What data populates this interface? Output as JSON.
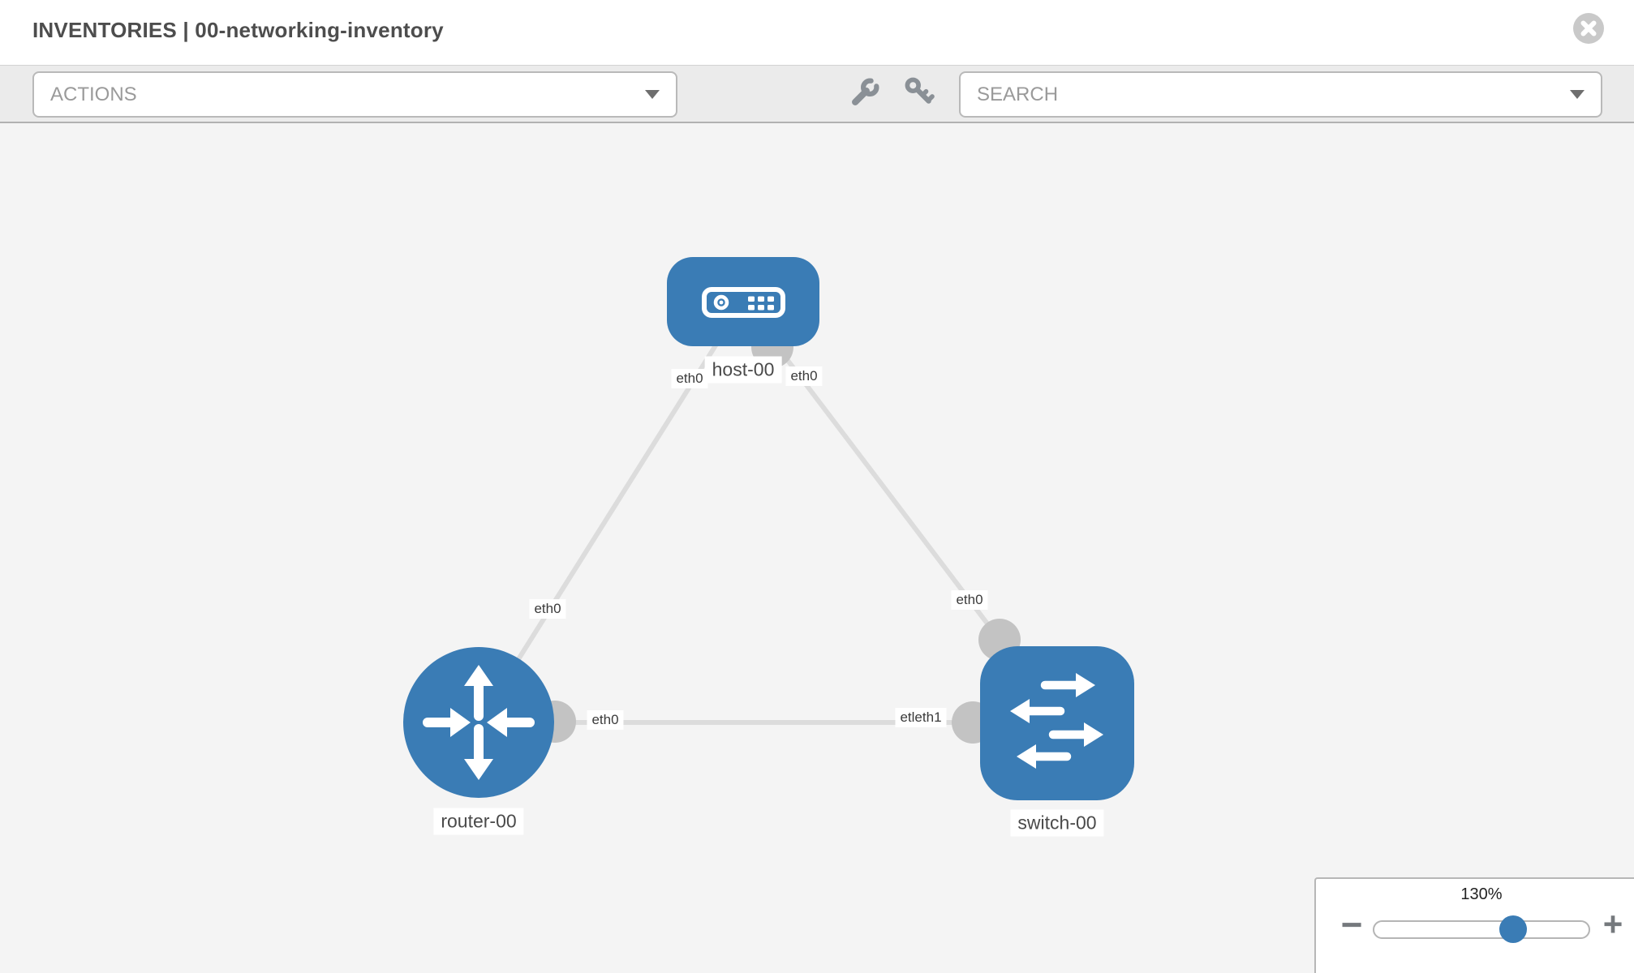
{
  "header": {
    "title": "INVENTORIES | 00-networking-inventory"
  },
  "toolbar": {
    "actions_label": "ACTIONS",
    "search_label": "SEARCH",
    "tool_icons": [
      "wrench-icon",
      "key-icon"
    ]
  },
  "topology": {
    "nodes": [
      {
        "id": "host-00",
        "type": "host",
        "label": "host-00"
      },
      {
        "id": "router-00",
        "type": "router",
        "label": "router-00"
      },
      {
        "id": "switch-00",
        "type": "switch",
        "label": "switch-00"
      }
    ],
    "links": [
      {
        "from": "host-00",
        "to": "router-00"
      },
      {
        "from": "host-00",
        "to": "switch-00"
      },
      {
        "from": "router-00",
        "to": "switch-00"
      }
    ],
    "node_labels": [
      {
        "text": "host-00"
      },
      {
        "text": "router-00"
      },
      {
        "text": "switch-00"
      }
    ],
    "interface_labels": [
      {
        "text": "eth0"
      },
      {
        "text": "eth0"
      },
      {
        "text": "eth0"
      },
      {
        "text": "eth0"
      },
      {
        "text": "eth0"
      },
      {
        "text": "etleth1"
      }
    ]
  },
  "zoom_control": {
    "value": "130%",
    "minus_glyph": "−",
    "plus_glyph": "+"
  },
  "colors": {
    "node_blue": "#3a7cb5",
    "port_gray": "#c3c3c3",
    "link_gray": "#dcdcdc",
    "toolbar_bg": "#ebebeb",
    "canvas_bg": "#f4f4f4"
  }
}
